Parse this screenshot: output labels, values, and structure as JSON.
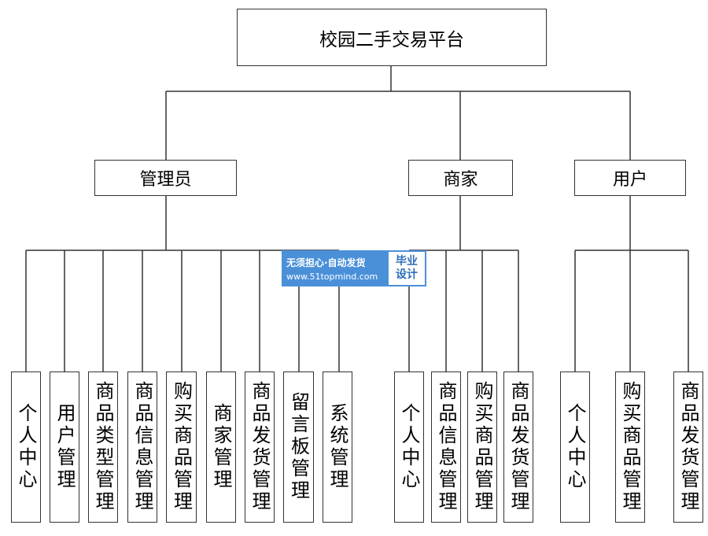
{
  "root": {
    "label": "校园二手交易平台"
  },
  "roles": {
    "admin": {
      "label": "管理员",
      "modules": [
        "个人中心",
        "用户管理",
        "商品类型管理",
        "商品信息管理",
        "购买商品管理",
        "商家管理",
        "商品发货管理",
        "留言板管理",
        "系统管理"
      ]
    },
    "merchant": {
      "label": "商家",
      "modules": [
        "个人中心",
        "商品信息管理",
        "购买商品管理",
        "商品发货管理"
      ]
    },
    "user": {
      "label": "用户",
      "modules": [
        "个人中心",
        "购买商品管理",
        "商品发货管理"
      ]
    }
  },
  "watermark": {
    "line1": "无须担心·自动发货",
    "line2": "www.51topmind.com",
    "badge_line1": "毕业",
    "badge_line2": "设计"
  }
}
